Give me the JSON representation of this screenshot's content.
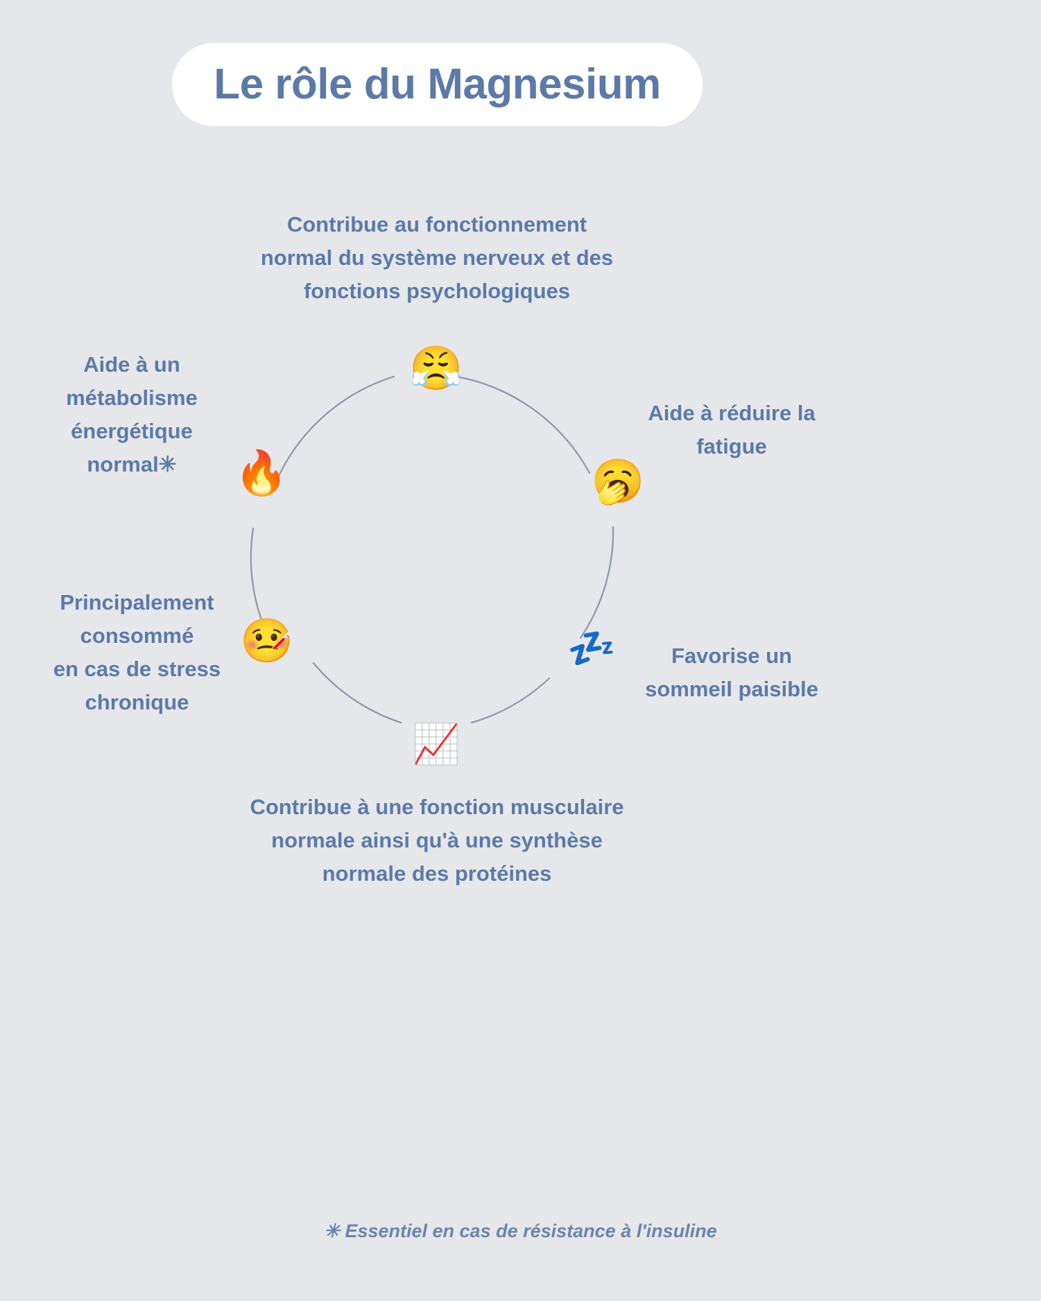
{
  "theme": {
    "background": "#e6e7ea",
    "pill_background": "#ffffff",
    "text_accent": "#5b7aa8",
    "footnote_color": "#6b84ab",
    "arc_color": "#8e96a8"
  },
  "header": {
    "title": "Le rôle du Magnesium"
  },
  "diagram": {
    "type": "circular",
    "nodes": [
      {
        "id": "nervous",
        "icon": "angry-face-with-horns-steam-icon",
        "glyph": "😤",
        "position": "top",
        "label": "Contribue au fonctionnement\nnormal du système nerveux et des\nfonctions psychologiques"
      },
      {
        "id": "fatigue",
        "icon": "yawning-face-icon",
        "glyph": "🥱",
        "position": "top-right",
        "label": "Aide à réduire la\nfatigue"
      },
      {
        "id": "sleep",
        "icon": "sleeping-symbol-zzz-icon",
        "glyph": "💤",
        "position": "bottom-right",
        "label": "Favorise un\nsommeil paisible"
      },
      {
        "id": "muscle",
        "icon": "chart-increasing-icon",
        "glyph": "📈",
        "position": "bottom",
        "label": "Contribue à une fonction musculaire\nnormale ainsi qu'à une synthèse\nnormale des protéines"
      },
      {
        "id": "stress",
        "icon": "face-with-thermometer-icon",
        "glyph": "🤒",
        "position": "bottom-left",
        "label": "Principalement\nconsommé\nen cas de stress\nchronique"
      },
      {
        "id": "energy",
        "icon": "fire-icon",
        "glyph": "🔥",
        "position": "top-left",
        "label": "Aide à un\nmétabolisme\nénergétique\nnormal✳"
      }
    ]
  },
  "footnote": {
    "text": "✳ Essentiel en cas de résistance à l'insuline"
  }
}
